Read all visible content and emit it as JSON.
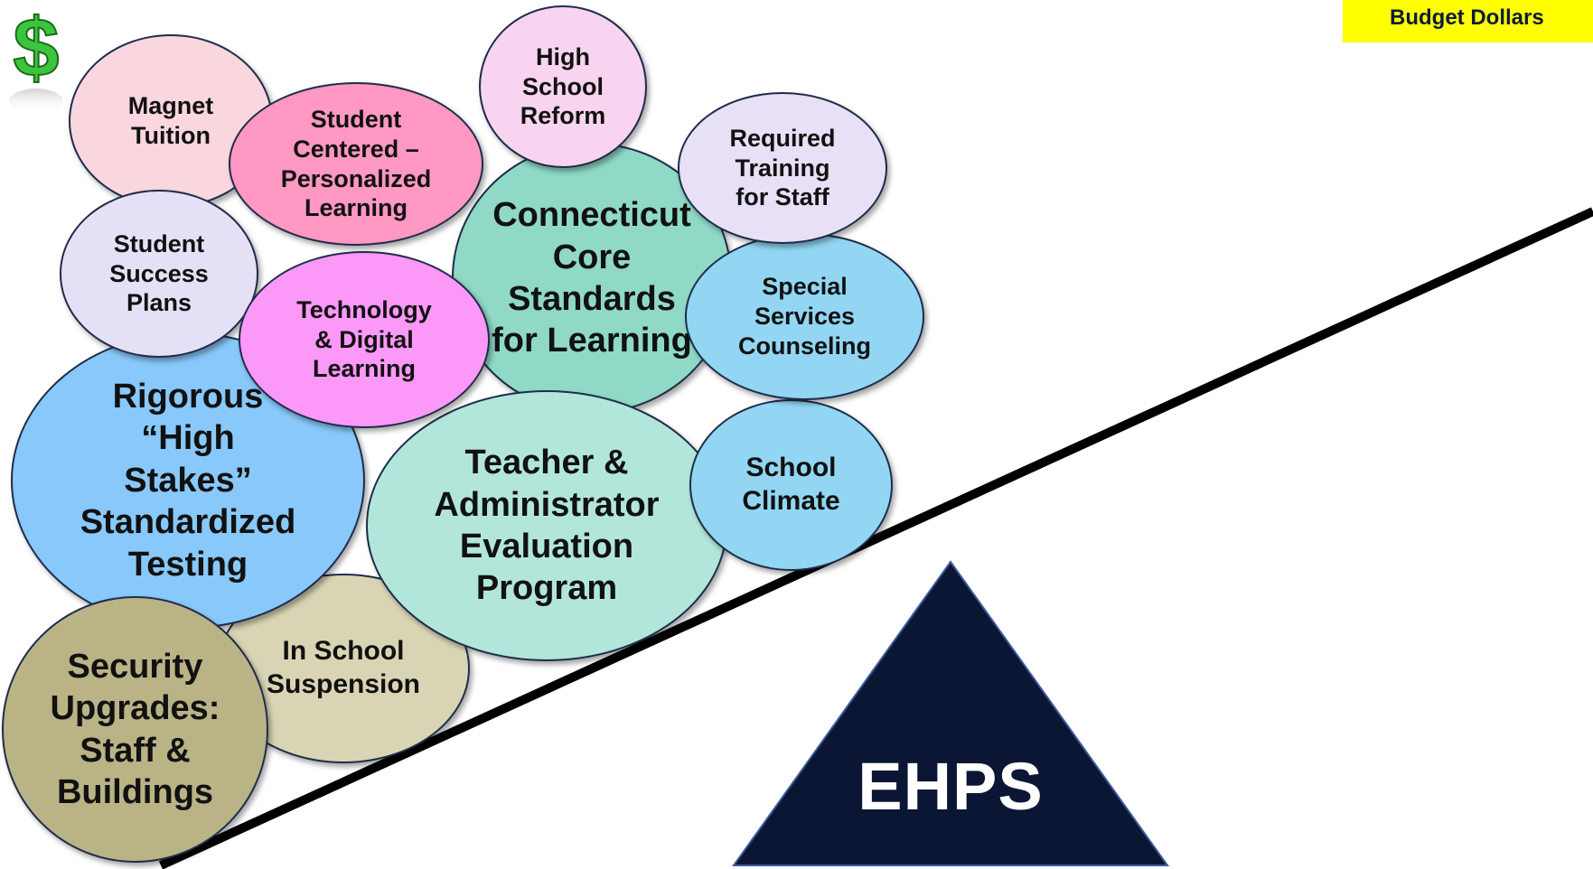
{
  "budget_label": "Budget Dollars",
  "fulcrum_label": "EHPS",
  "icons": {
    "dollar": "dollar-sign-icon"
  },
  "colors": {
    "fulcrum": "#0b1635",
    "beam": "#000000",
    "budget_highlight": "#ffff00",
    "dollar": "#3cc43c"
  },
  "bubbles": {
    "security": "Security\nUpgrades:\nStaff &\nBuildings",
    "suspension": "In School\nSuspension",
    "testing": "Rigorous\n“High\nStakes”\nStandardized\nTesting",
    "evaluation": "Teacher &\nAdministrator\nEvaluation\nProgram",
    "climate": "School\nClimate",
    "core": "Connecticut\nCore\nStandards\nfor Learning",
    "special": "Special\nServices\nCounseling",
    "training": "Required\nTraining\nfor Staff",
    "hs_reform": "High\nSchool\nReform",
    "magnet": "Magnet\nTuition",
    "success": "Student\nSuccess\nPlans",
    "technology": "Technology\n& Digital\nLearning",
    "personalized": "Student\nCentered –\nPersonalized\nLearning"
  }
}
